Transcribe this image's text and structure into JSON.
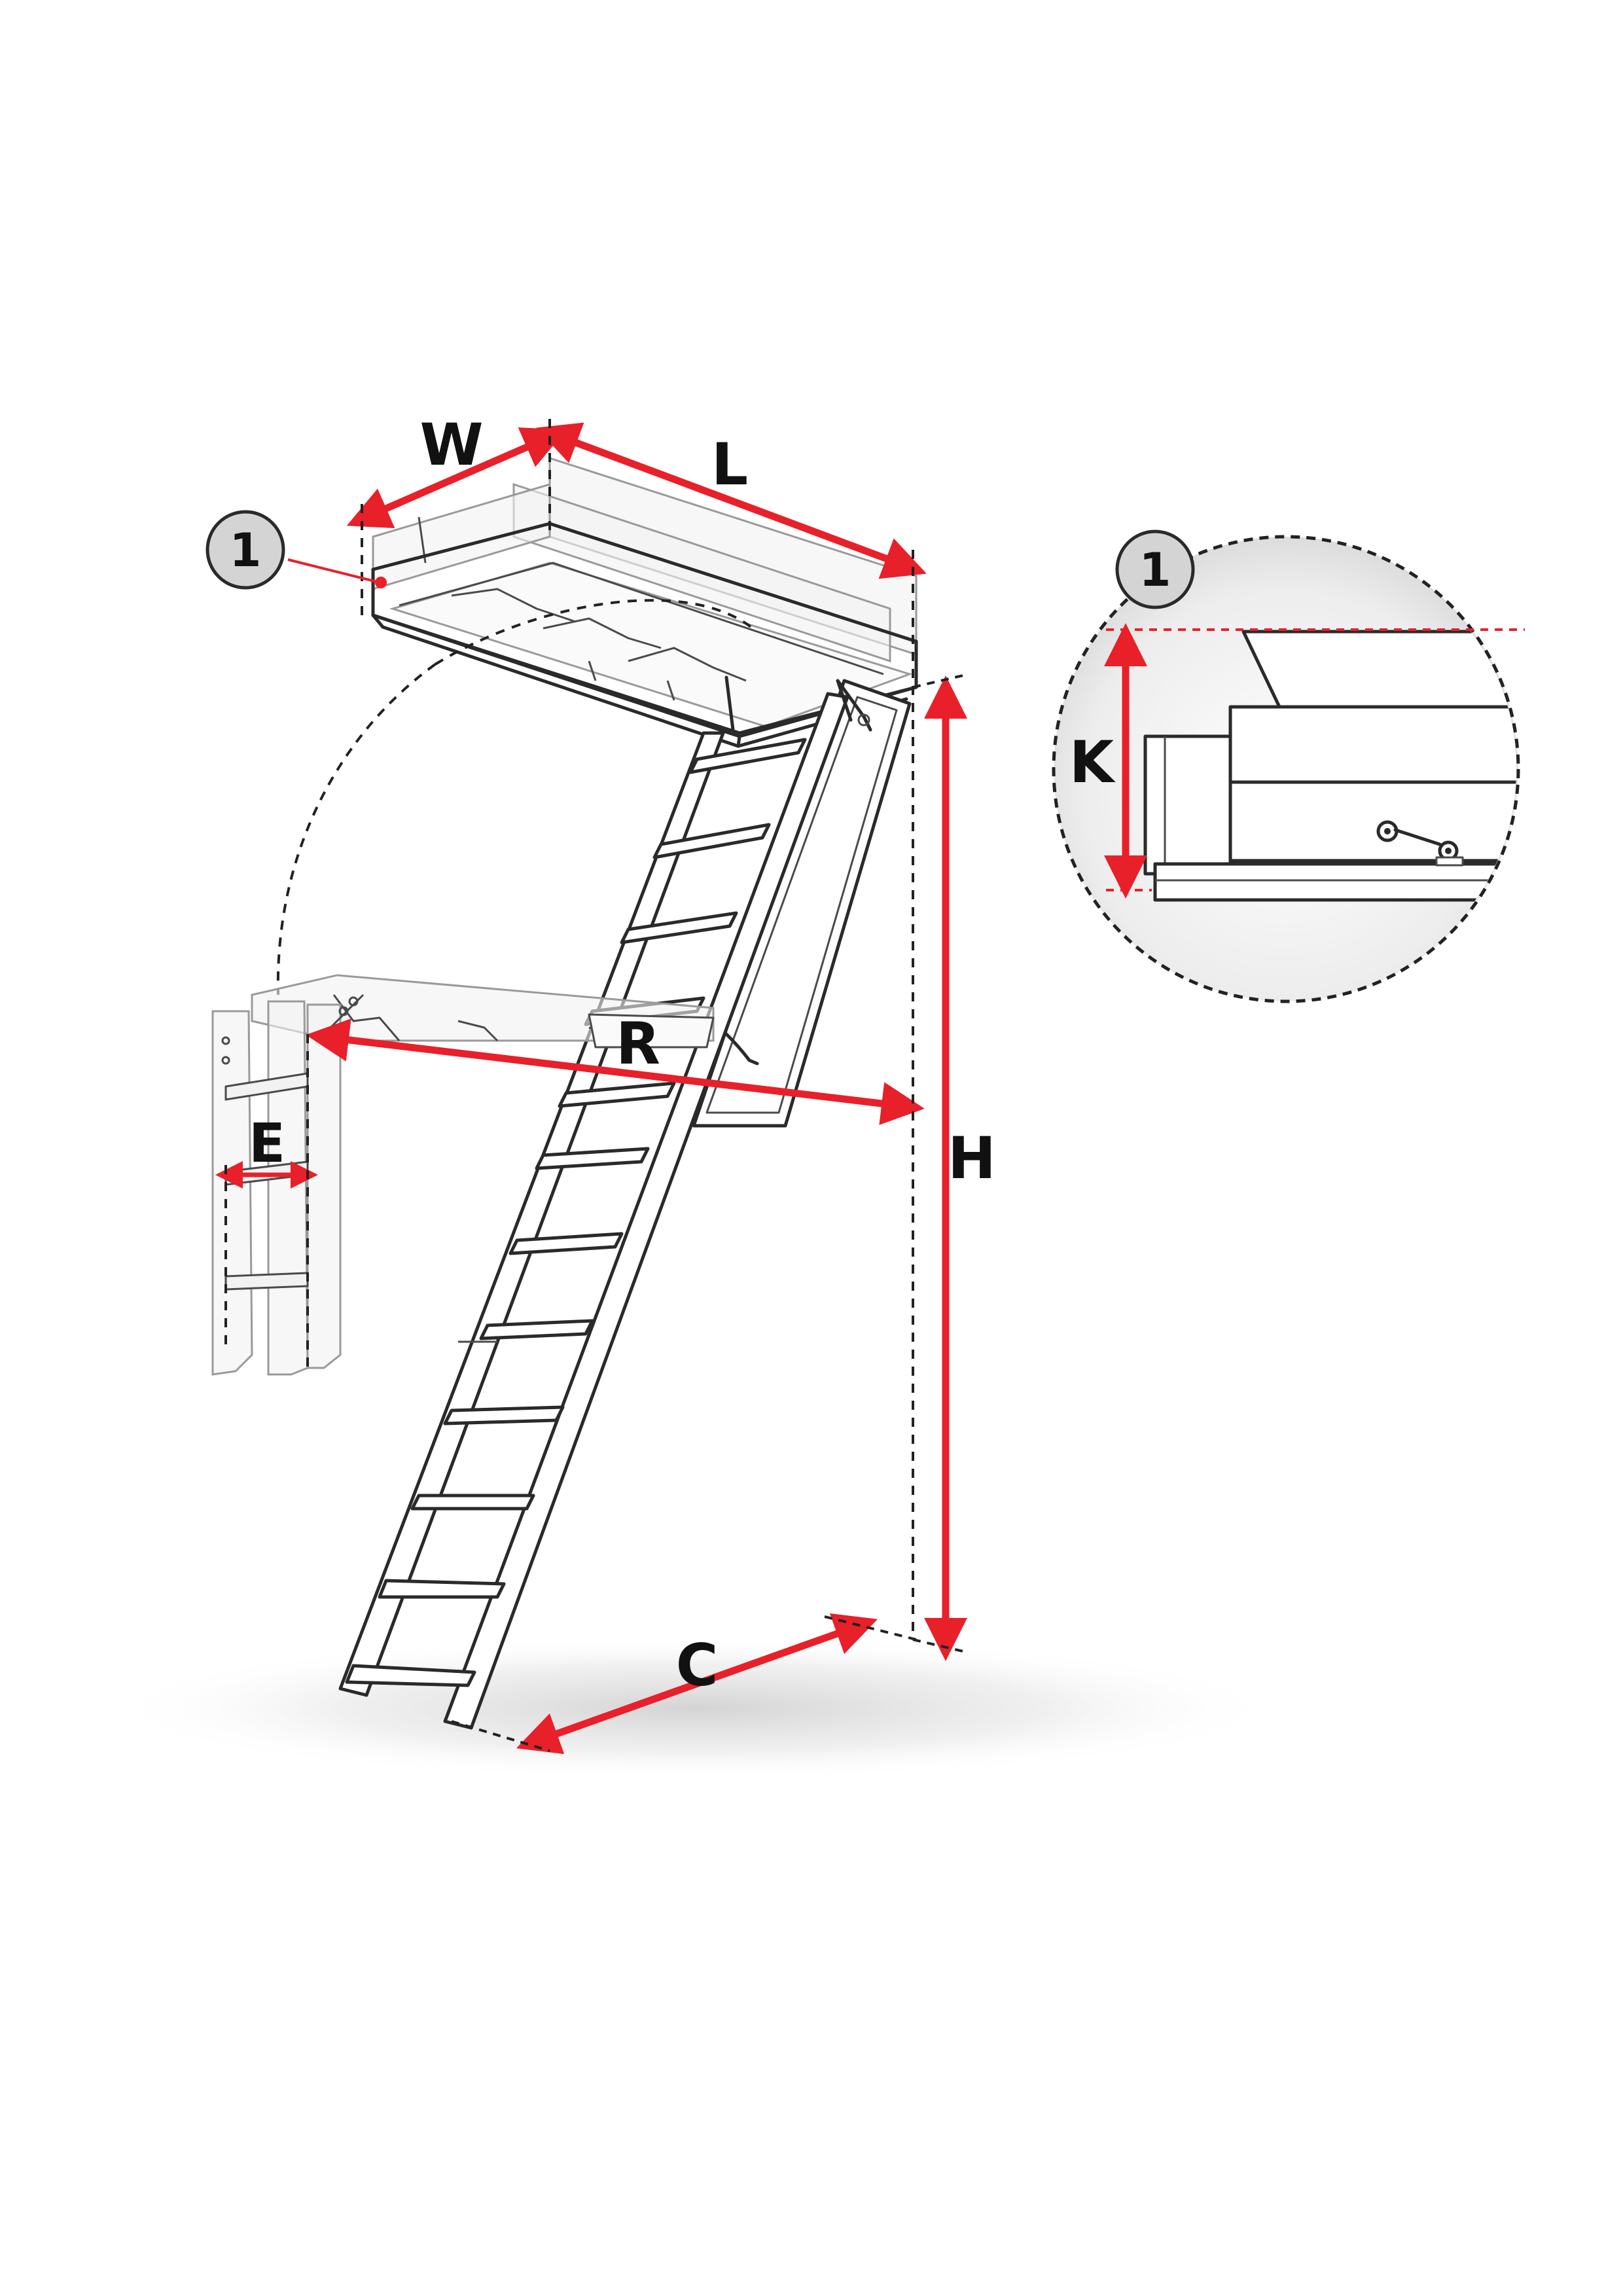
{
  "labels": {
    "w": "W",
    "l": "L",
    "h": "H",
    "r": "R",
    "e": "E",
    "c": "C",
    "k": "K"
  },
  "callouts": {
    "main": "1",
    "detail": "1"
  },
  "colors": {
    "dimension": "#e8202a",
    "outline": "#2a2a2a",
    "badge_fill": "#d4d4d4",
    "ghost_fill": "#f2f2f2"
  }
}
